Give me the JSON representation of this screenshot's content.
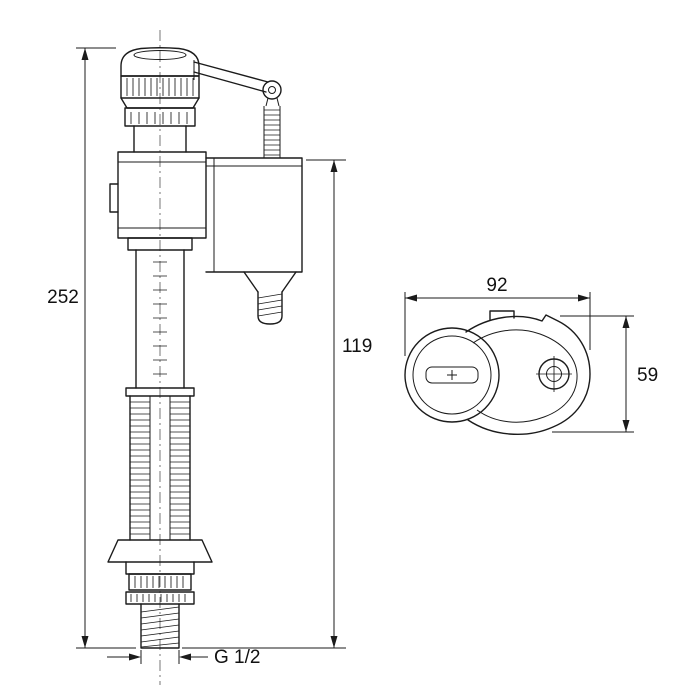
{
  "diagram": {
    "type": "technical-drawing",
    "dimensions": {
      "overall_height": "252",
      "valve_body_height": "119",
      "top_width": "92",
      "top_depth": "59",
      "thread_size": "G 1/2"
    },
    "colors": {
      "line": "#1b1b1b",
      "background": "#ffffff"
    }
  }
}
